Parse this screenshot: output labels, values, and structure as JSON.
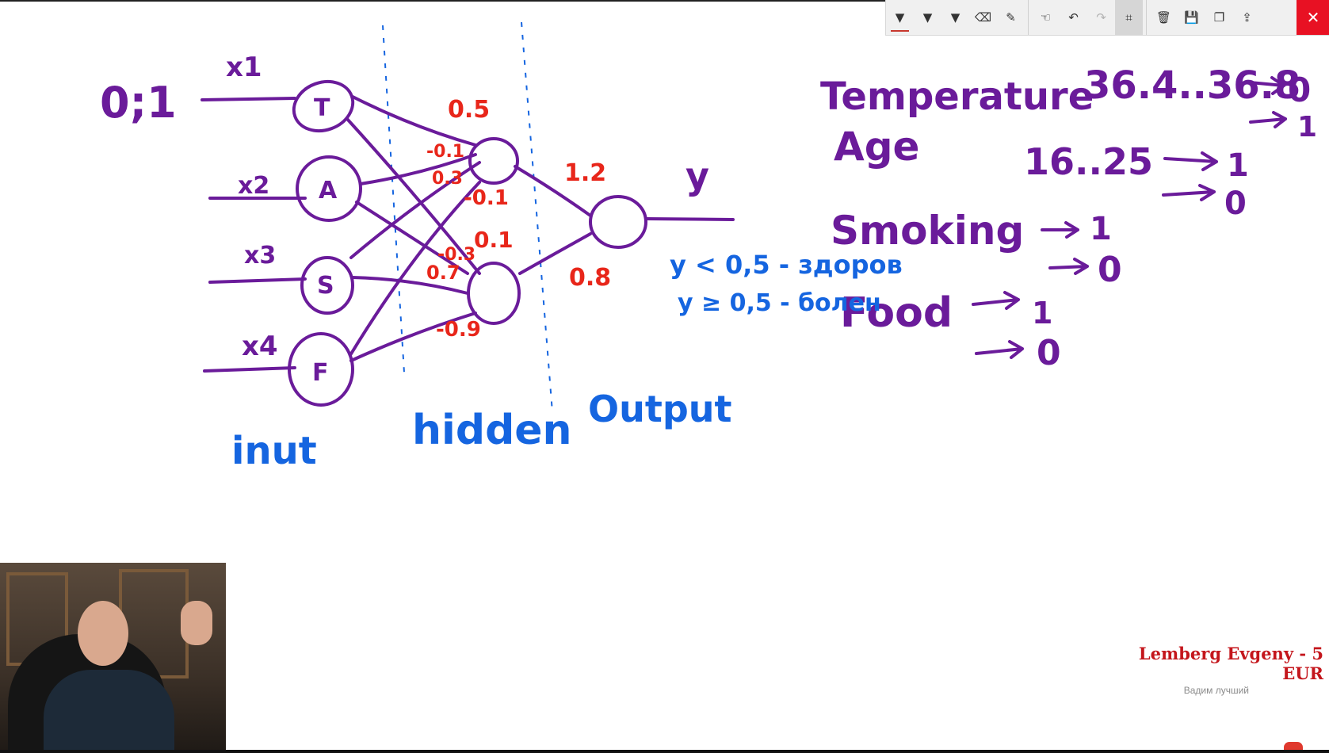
{
  "toolbar": {
    "tools": [
      {
        "icon": "ballpoint-pen-icon",
        "glyph": "▼",
        "state": "active"
      },
      {
        "icon": "pencil-icon",
        "glyph": "▼",
        "state": "normal"
      },
      {
        "icon": "highlighter-icon",
        "glyph": "▼",
        "state": "normal"
      },
      {
        "icon": "eraser-icon",
        "glyph": "⌫",
        "state": "normal"
      },
      {
        "icon": "ruler-icon",
        "glyph": "✎",
        "state": "normal"
      },
      {
        "icon": "touch-writing-icon",
        "glyph": "☜",
        "state": "normal"
      },
      {
        "icon": "undo-icon",
        "glyph": "↶",
        "state": "normal"
      },
      {
        "icon": "redo-icon",
        "glyph": "↷",
        "state": "disabled"
      },
      {
        "icon": "crop-icon",
        "glyph": "⌗",
        "state": "pressed"
      },
      {
        "icon": "delete-icon",
        "glyph": "🗑",
        "state": "normal"
      },
      {
        "icon": "save-icon",
        "glyph": "💾",
        "state": "normal"
      },
      {
        "icon": "copy-icon",
        "glyph": "❐",
        "state": "normal"
      },
      {
        "icon": "share-icon",
        "glyph": "⇪",
        "state": "normal"
      }
    ],
    "close_glyph": "✕"
  },
  "whiteboard": {
    "input_range": "0;1",
    "inputs": [
      "x1",
      "x2",
      "x3",
      "x4"
    ],
    "input_nodes": [
      "T",
      "A",
      "S",
      "F"
    ],
    "layer_labels": {
      "input": "inut",
      "hidden": "hidden",
      "output": "Output"
    },
    "weights_hidden_1": [
      "0.5",
      "-0.1",
      "0.3",
      "-0.1"
    ],
    "weights_hidden_2": [
      "0.1",
      "-0.3",
      "0.7",
      "-0.9"
    ],
    "weights_output": [
      "1.2",
      "0.8"
    ],
    "output_var": "y",
    "rules": [
      "y < 0,5 - здоров",
      "y ≥ 0,5 - болен"
    ],
    "features": [
      {
        "name": "Temperature",
        "range": "36.4..36.8",
        "map": [
          "0",
          "1"
        ]
      },
      {
        "name": "Age",
        "range": "16..25",
        "map": [
          "1",
          "0"
        ]
      },
      {
        "name": "Smoking",
        "range": "",
        "map": [
          "1",
          "0"
        ]
      },
      {
        "name": "Food",
        "range": "",
        "map": [
          "1",
          "0"
        ]
      }
    ]
  },
  "donation": {
    "text": "Lemberg Evgeny - 5 EUR",
    "sub": "Вадим лучший"
  },
  "colors": {
    "purple_ink": "#6a1b9a",
    "blue_ink": "#1565e0",
    "red_ink": "#e8261a",
    "close_red": "#e81123"
  }
}
